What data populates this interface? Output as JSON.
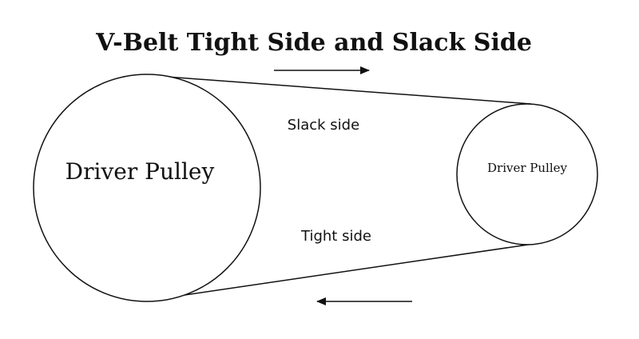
{
  "title": "V-Belt Tight Side and Slack Side",
  "driver_pulley_label": "Driver Pulley",
  "driven_pulley_label": "Driver Pulley",
  "slack_side_label": "Slack side",
  "tight_side_label": "Tight side",
  "colors": {
    "line": "#111111",
    "background": "#ffffff"
  },
  "icons": {
    "top_arrow": "arrow-right-icon",
    "bottom_arrow": "arrow-left-icon"
  }
}
